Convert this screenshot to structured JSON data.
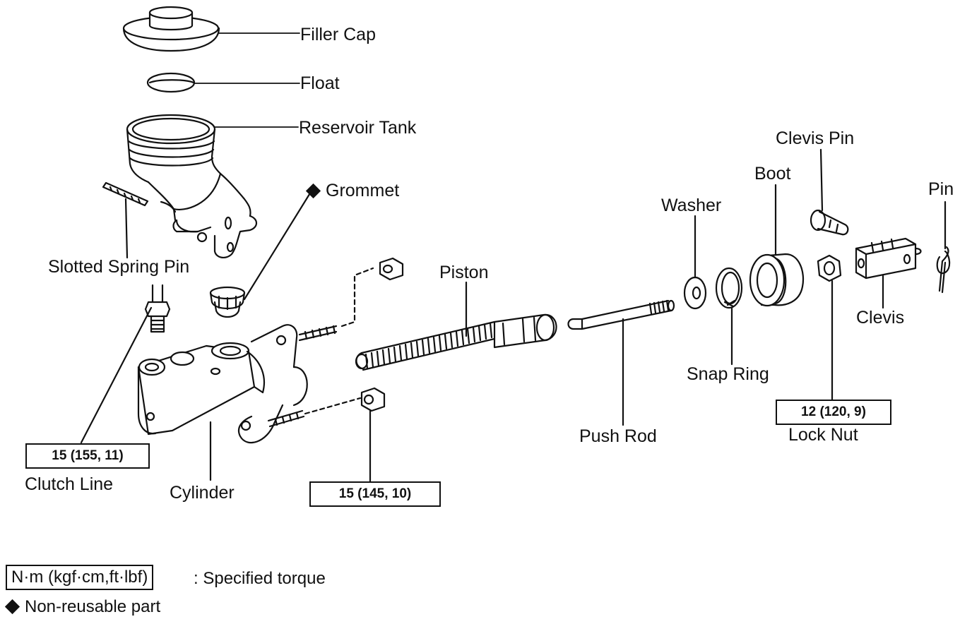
{
  "parts": {
    "filler_cap": "Filler Cap",
    "float": "Float",
    "reservoir_tank": "Reservoir Tank",
    "grommet": "Grommet",
    "slotted_spring_pin": "Slotted Spring Pin",
    "piston": "Piston",
    "washer": "Washer",
    "boot": "Boot",
    "clevis_pin": "Clevis Pin",
    "pin": "Pin",
    "clevis": "Clevis",
    "snap_ring": "Snap Ring",
    "push_rod": "Push Rod",
    "lock_nut": "Lock Nut",
    "clutch_line": "Clutch Line",
    "cylinder": "Cylinder"
  },
  "torques": {
    "clutch_line": "15 (155, 11)",
    "cylinder_nut": "15 (145, 10)",
    "lock_nut": "12 (120, 9)"
  },
  "legend": {
    "torque_units": "N·m (kgf·cm,ft·lbf)",
    "torque_desc": ": Specified torque",
    "non_reusable": "Non-reusable part"
  }
}
